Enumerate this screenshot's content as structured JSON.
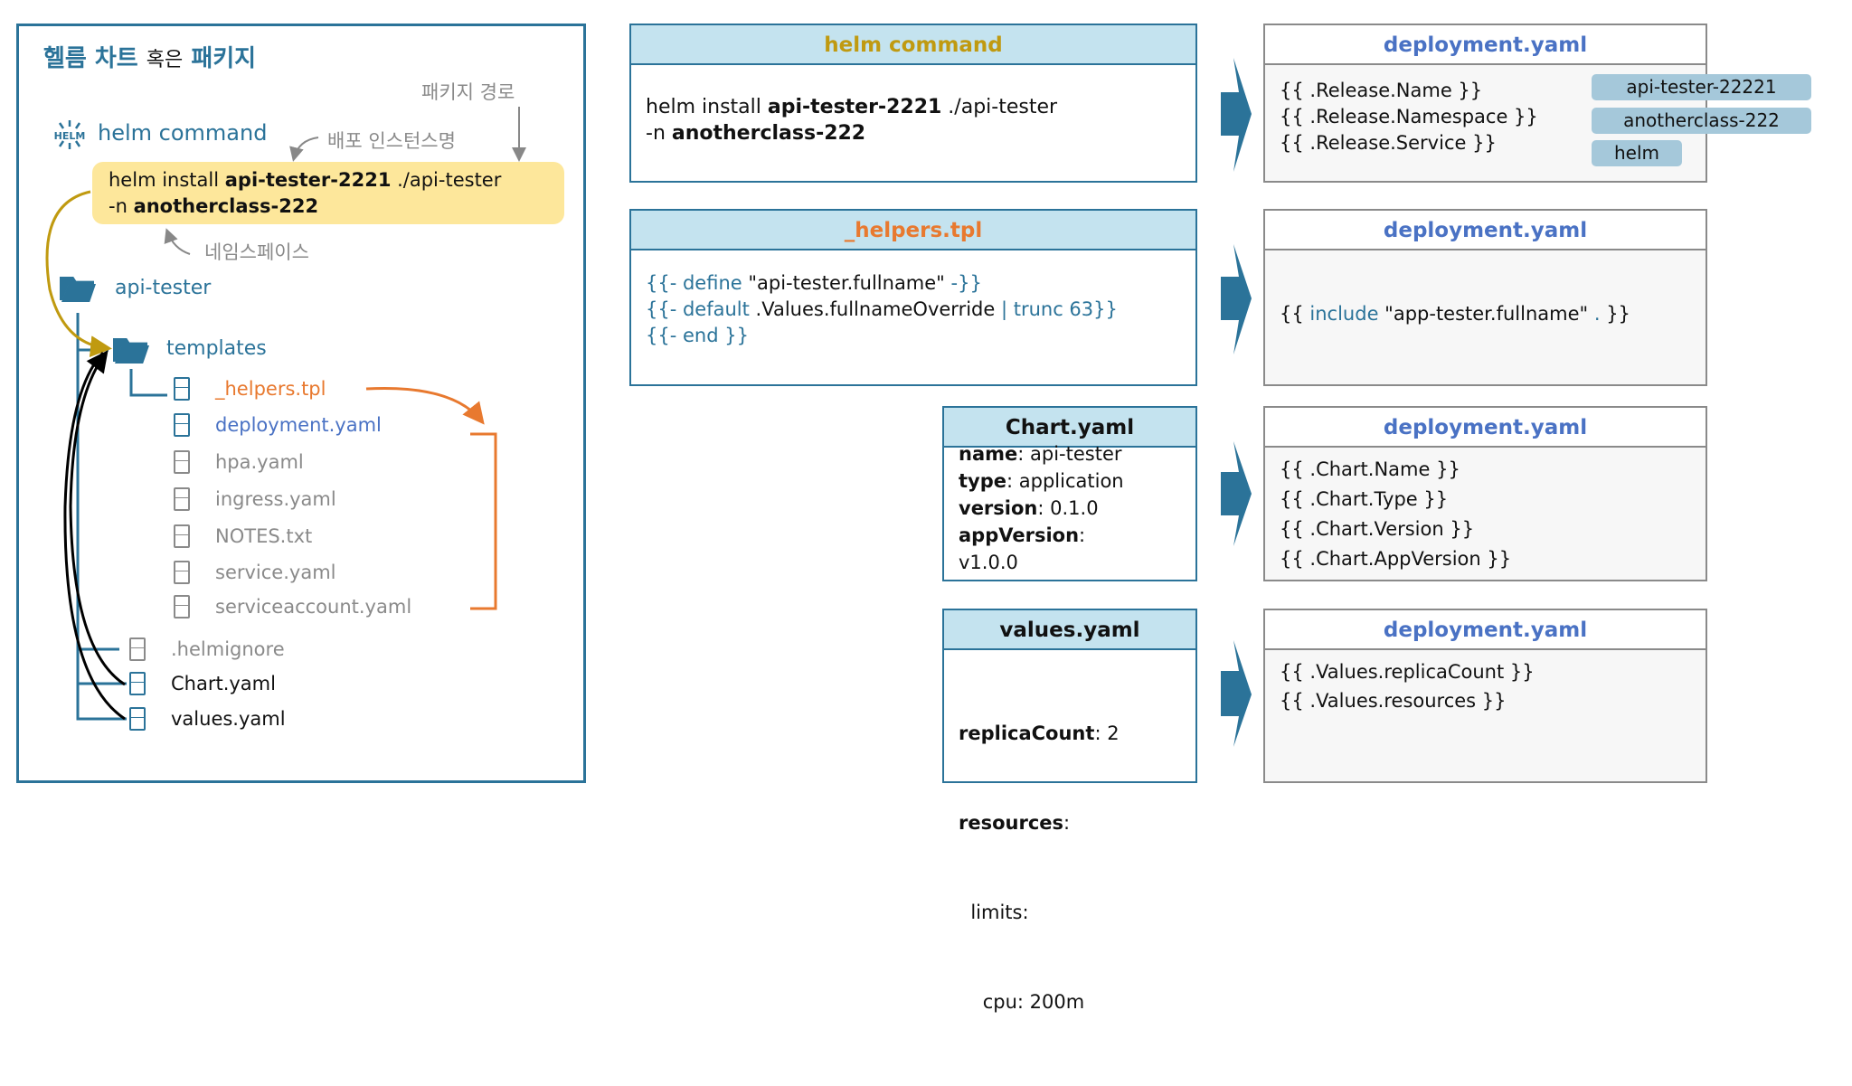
{
  "left_panel": {
    "title_part1": "헬름 차트",
    "title_part2": "혹은",
    "title_part3": "패키지",
    "helm_logo_text": "HELM",
    "helm_command_label": "helm command",
    "annotation_package_path": "패키지 경로",
    "annotation_release_name": "배포 인스턴스명",
    "annotation_namespace": "네임스페이스",
    "command": {
      "p1": "helm install ",
      "release": "api-tester-2221",
      "p2": " ./api-tester",
      "p3": "-n ",
      "namespace": "anotherclass-222"
    },
    "tree": {
      "root": "api-tester",
      "templates_folder": "templates",
      "templates": [
        "_helpers.tpl",
        "deployment.yaml",
        "hpa.yaml",
        "ingress.yaml",
        "NOTES.txt",
        "service.yaml",
        "serviceaccount.yaml"
      ],
      "root_files": [
        ".helmignore",
        "Chart.yaml",
        "values.yaml"
      ]
    }
  },
  "panels": {
    "helm_command": {
      "title": "helm command",
      "l1a": "helm install ",
      "l1b": "api-tester-2221",
      "l1c": " ./api-tester",
      "l2a": "-n ",
      "l2b": "anotherclass-222"
    },
    "deploy1": {
      "title": "deployment.yaml",
      "lines": [
        "{{ .Release.Name }}",
        "{{ .Release.Namespace }}",
        "{{ .Release.Service }}"
      ],
      "values": [
        "api-tester-22221",
        "anotherclass-222",
        "helm"
      ]
    },
    "helpers": {
      "title": "_helpers.tpl",
      "l1a": "{{- define ",
      "l1b": "\"api-tester.fullname\"",
      "l1c": " -}}",
      "l2a": "{{- default ",
      "l2b": ".Values.fullnameOverride",
      "l2c": " | trunc 63}}",
      "l3": "{{- end }}"
    },
    "deploy2": {
      "title": "deployment.yaml",
      "a": "{{ ",
      "b": "include ",
      "c": "\"app-tester.fullname\"",
      "d": " . ",
      "e": "}}"
    },
    "chart": {
      "title": "Chart.yaml",
      "lines": [
        [
          "name",
          ": api-tester"
        ],
        [
          "type",
          ": application"
        ],
        [
          "version",
          ": 0.1.0"
        ],
        [
          "appVersion",
          ":"
        ],
        [
          "",
          "v1.0.0"
        ]
      ]
    },
    "deploy3": {
      "title": "deployment.yaml",
      "lines": [
        "{{ .Chart.Name }}",
        "{{ .Chart.Type }}",
        "{{ .Chart.Version }}",
        "{{ .Chart.AppVersion }}"
      ]
    },
    "values": {
      "title": "values.yaml",
      "lines": [
        [
          "replicaCount",
          ": 2"
        ],
        [
          "resources",
          ":"
        ],
        [
          "",
          "  limits:"
        ],
        [
          "",
          "    cpu: 200m"
        ]
      ]
    },
    "deploy4": {
      "title": "deployment.yaml",
      "lines": [
        "{{ .Values.replicaCount }}",
        "{{ .Values.resources }}"
      ]
    }
  },
  "colors": {
    "teal": "#2b7399",
    "header_bg": "#c4e3ef",
    "helm_gold": "#c09a10",
    "helpers_orange": "#e8792f",
    "deploy_blue": "#4a72c4",
    "command_yellow": "#fde79b",
    "pill": "#a5c8da"
  }
}
